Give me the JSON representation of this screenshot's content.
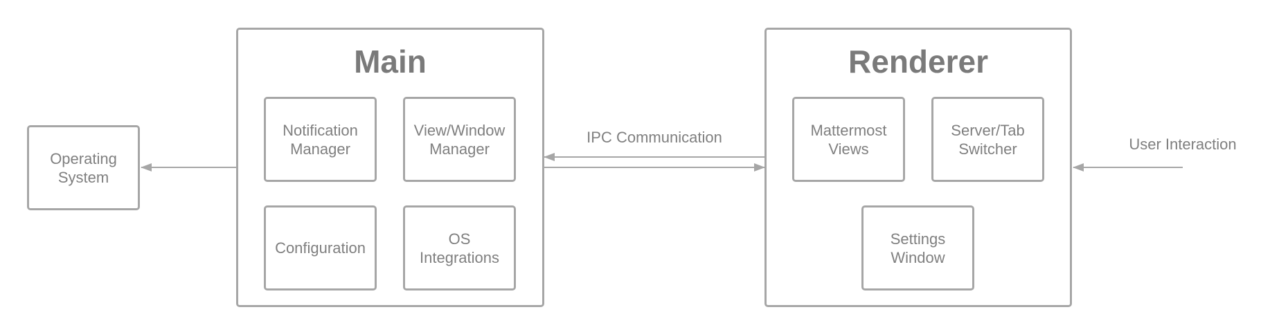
{
  "diagram": {
    "nodes": {
      "operating_system": "Operating\nSystem",
      "main": {
        "title": "Main",
        "items": {
          "notification_manager": "Notification\nManager",
          "view_window_manager": "View/Window\nManager",
          "configuration": "Configuration",
          "os_integrations": "OS\nIntegrations"
        }
      },
      "renderer": {
        "title": "Renderer",
        "items": {
          "mattermost_views": "Mattermost\nViews",
          "server_tab_switcher": "Server/Tab\nSwitcher",
          "settings_window": "Settings\nWindow"
        }
      }
    },
    "edges": {
      "ipc_label": "IPC Communication",
      "user_interaction_label": "User Interaction"
    },
    "colors": {
      "stroke": "#a6a6a6",
      "text": "#7f7f7f",
      "title": "#7a7a7a"
    }
  }
}
